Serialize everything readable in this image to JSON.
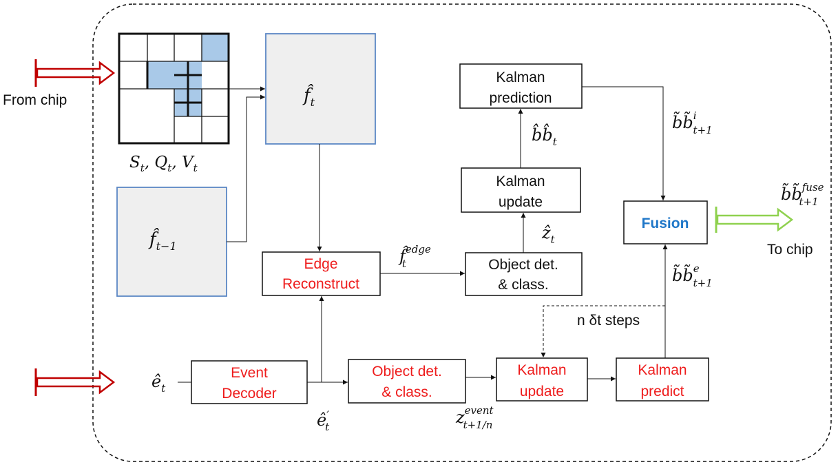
{
  "external": {
    "from_chip": "From chip",
    "to_chip": "To chip"
  },
  "blocks": {
    "kalman_prediction": [
      "Kalman",
      "prediction"
    ],
    "kalman_update_top": [
      "Kalman",
      "update"
    ],
    "fusion": "Fusion",
    "edge_reconstruct": [
      "Edge",
      "Reconstruct"
    ],
    "object_det_top": [
      "Object det.",
      "& class."
    ],
    "event_decoder": [
      "Event",
      "Decoder"
    ],
    "object_det_bottom": [
      "Object det.",
      "& class."
    ],
    "kalman_update_bottom": [
      "Kalman",
      "update"
    ],
    "kalman_predict_bottom": [
      "Kalman",
      "predict"
    ]
  },
  "labels": {
    "n_steps": "n δt steps",
    "s_q_v": {
      "s": "S",
      "s_sub": "t",
      "q": "Q",
      "q_sub": "t",
      "v": "V",
      "v_sub": "t"
    },
    "f_hat_t": {
      "base": "f̂",
      "sub": "t"
    },
    "f_hat_t_minus_1": {
      "base": "f̂",
      "sub": "t−1"
    },
    "f_hat_edge": {
      "base": "f̂",
      "sub": "t",
      "sup": "edge"
    },
    "z_hat_t": {
      "base": "ẑ",
      "sub": "t"
    },
    "bb_hat_t": {
      "base": "b̂b̂",
      "sub": "t"
    },
    "bb_tilde_i": {
      "base": "b̃b̃",
      "sub": "t+1",
      "sup": "i"
    },
    "bb_tilde_e": {
      "base": "b̃b̃",
      "sub": "t+1",
      "sup": "e"
    },
    "bb_tilde_fuse": {
      "base": "b̃b̃",
      "sub": "t+1",
      "sup": "fuse"
    },
    "e_hat_t": {
      "base": "ê",
      "sub": "t"
    },
    "e_hat_prime": {
      "base": "ê",
      "sub": "t",
      "sup": "′"
    },
    "z_event": {
      "base": "z",
      "sub": "t+1/n",
      "sup": "event"
    }
  },
  "colors": {
    "red_text": "#ee1c1c",
    "blue_text": "#1f77c8",
    "chip_arrow_in": "#c00000",
    "chip_arrow_out": "#8fd14f",
    "frame_border": "#5b87c5",
    "frame_fill": "#efefef",
    "grid_fill": "#a9c9e8"
  }
}
